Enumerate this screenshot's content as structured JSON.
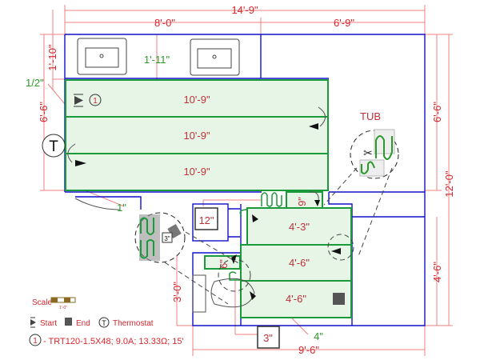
{
  "dimensions": {
    "overall_width": "14'-9\"",
    "left_width": "8'-0\"",
    "right_width": "6'-9\"",
    "vanity_depth": "1'-10\"",
    "vanity_gap": "1'-11\"",
    "offset_half": "1/2\"",
    "left_height": "6'-6\"",
    "right_height": "6'-6\"",
    "total_height": "12'-0\"",
    "lower_right_height": "4'-6\"",
    "bottom_width": "9'-6\"",
    "lower_left_height": "3'-0\"",
    "door_gap": "1\"",
    "gap_9": "9\"",
    "gap_6": "6\"",
    "gap_4": "4\"",
    "box_12": "12\"",
    "box_3": "3\"",
    "detail_3": "3\""
  },
  "runs": [
    "10'-9\"",
    "10'-9\"",
    "10'-9\"",
    "4'-3\"",
    "4'-6\"",
    "4'-6\""
  ],
  "labels": {
    "tub": "TUB",
    "thermostat_symbol": "T",
    "circuit_number": "1"
  },
  "legend": {
    "scale_label": "Scale",
    "scale_value": "1'-0\"",
    "start": "Start",
    "end": "End",
    "thermostat": "Thermostat",
    "thermostat_symbol": "T",
    "circuit_number": "1",
    "circuit_desc": "- TRT120-1.5X48; 9.0A; 13.33Ω; 15'"
  },
  "colors": {
    "wall": "#1010c8",
    "heated": "#e6f5e6",
    "cable": "#1a9a3a",
    "dimension": "#d9262c"
  }
}
